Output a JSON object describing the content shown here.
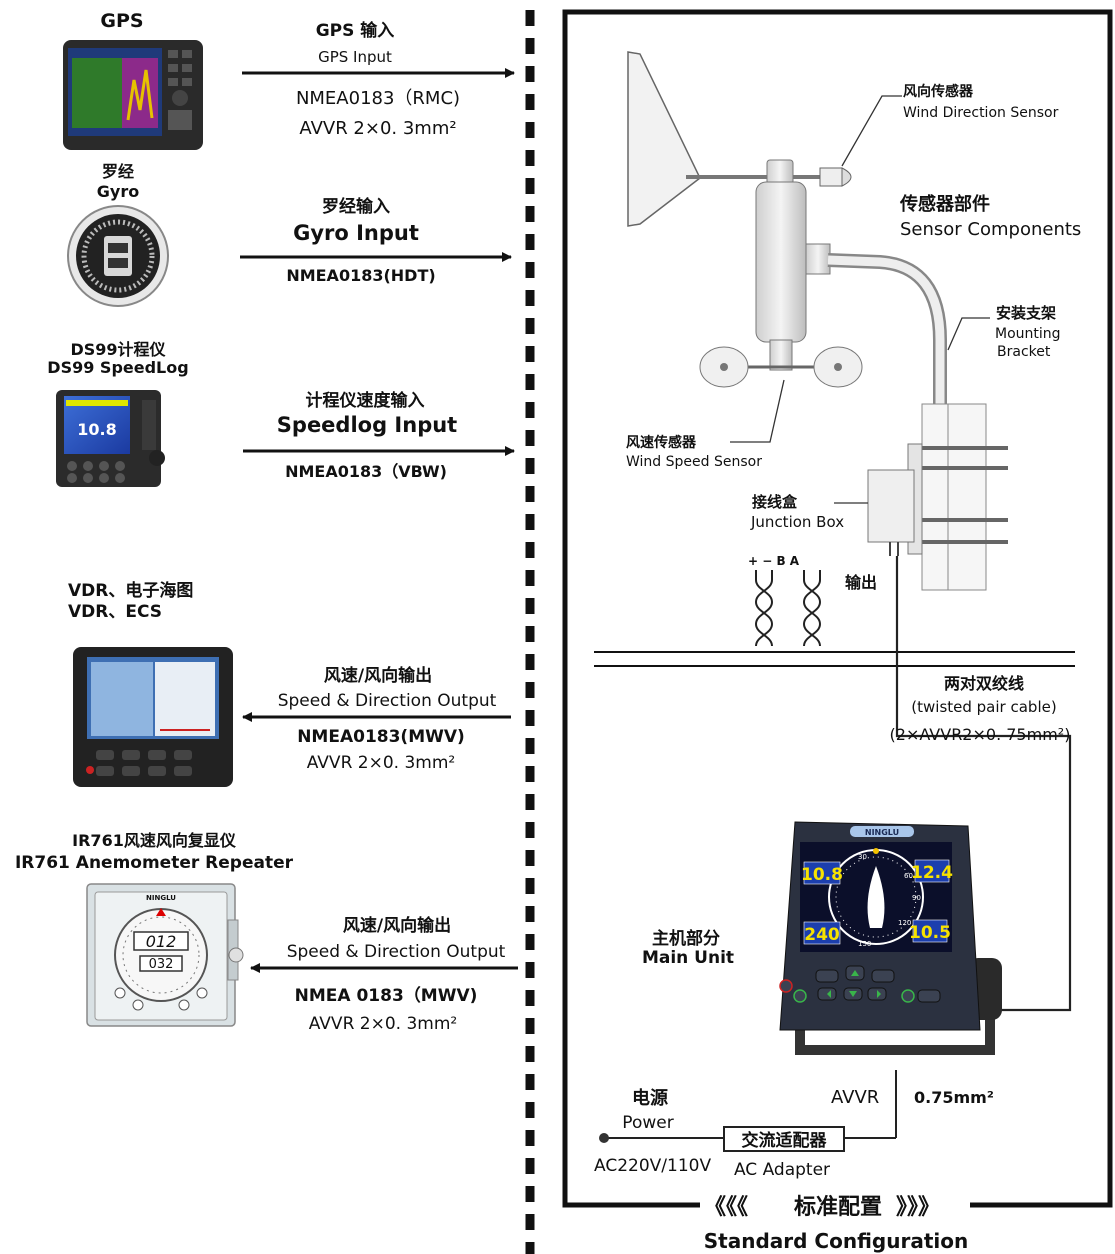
{
  "devices": {
    "gps": {
      "title": "GPS"
    },
    "gyro": {
      "title_cn": "罗经",
      "title_en": "Gyro"
    },
    "speedlog": {
      "title_cn": "DS99计程仪",
      "title_en": "DS99 SpeedLog",
      "screen_value": "10.8"
    },
    "vdr": {
      "title_cn": "VDR、电子海图",
      "title_en": "VDR、ECS"
    },
    "repeater": {
      "title_cn": "IR761风速风向复显仪",
      "title_en": "IR761 Anemometer Repeater",
      "brand": "NINGLU",
      "display_top": "012",
      "display_bottom": "032"
    }
  },
  "links": {
    "gps": {
      "label_cn": "GPS 输入",
      "label_en": "GPS Input",
      "spec1": "NMEA0183（RMC)",
      "spec2": "AVVR  2×0. 3mm²"
    },
    "gyro": {
      "label_cn": "罗经输入",
      "label_en": "Gyro Input",
      "spec1": "NMEA0183(HDT)"
    },
    "speedlog": {
      "label_cn": "计程仪速度输入",
      "label_en": "Speedlog Input",
      "spec1": "NMEA0183（VBW)"
    },
    "vdr": {
      "label_cn": "风速/风向输出",
      "label_en": "Speed & Direction Output",
      "spec1": "NMEA0183(MWV)",
      "spec2": "AVVR  2×0. 3mm²"
    },
    "repeater": {
      "label_cn": "风速/风向输出",
      "label_en": "Speed & Direction Output",
      "spec1": "NMEA 0183（MWV)",
      "spec2": "AVVR  2×0. 3mm²"
    }
  },
  "sensor": {
    "wind_direction_cn": "风向传感器",
    "wind_direction_en": "Wind  Direction  Sensor",
    "components_cn": "传感器部件",
    "components_en": "Sensor Components",
    "bracket_cn": "安装支架",
    "bracket_en1": "Mounting",
    "bracket_en2": "Bracket",
    "wind_speed_cn": "风速传感器",
    "wind_speed_en": "Wind  Speed  Sensor",
    "junction_cn": "接线盒",
    "junction_en": "Junction Box",
    "terminals": "+  −   B  A",
    "output_cn": "输出"
  },
  "cable": {
    "label_cn": "两对双绞线",
    "label_en": "(twisted pair cable)",
    "spec": "(2×AVVR2×0. 75mm²)"
  },
  "main_unit": {
    "label_cn": "主机部分",
    "label_en": "Main Unit",
    "brand": "NINGLU",
    "readout_tl": "10.8",
    "readout_tr": "12.4",
    "readout_bl": "240",
    "readout_br": "10.5",
    "dial_30": "30",
    "dial_60": "60",
    "dial_90": "90",
    "dial_120": "120",
    "dial_150": "150"
  },
  "power": {
    "label_cn": "电源",
    "label_en": "Power",
    "voltage": "AC220V/110V",
    "adapter_cn": "交流适配器",
    "adapter_en": "AC Adapter",
    "avvr": "AVVR",
    "spec": "0.75mm²"
  },
  "footer": {
    "title_cn": "标准配置",
    "title_en": "Standard Configuration",
    "left_arrows": "《《《",
    "right_arrows": "》》》"
  }
}
